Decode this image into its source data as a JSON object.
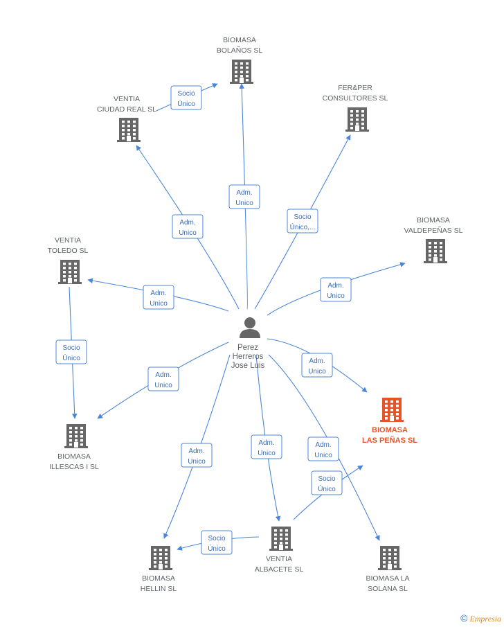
{
  "person": {
    "lines": [
      "Perez",
      "Herreros",
      "Jose Luis"
    ]
  },
  "companies": [
    {
      "id": "bolanos",
      "lines": [
        "BIOMASA",
        "BOLAÑOS SL"
      ],
      "highlight": false
    },
    {
      "id": "ciudad",
      "lines": [
        "VENTIA",
        "CIUDAD REAL SL"
      ],
      "highlight": false
    },
    {
      "id": "ferper",
      "lines": [
        "FER&PER",
        "CONSULTORES SL"
      ],
      "highlight": false
    },
    {
      "id": "valdepenas",
      "lines": [
        "BIOMASA",
        "VALDEPEÑAS SL"
      ],
      "highlight": false
    },
    {
      "id": "toledo",
      "lines": [
        "VENTIA",
        "TOLEDO SL"
      ],
      "highlight": false
    },
    {
      "id": "lasp",
      "lines": [
        "BIOMASA",
        "LAS PEÑAS SL"
      ],
      "highlight": true
    },
    {
      "id": "illescas",
      "lines": [
        "BIOMASA",
        "ILLESCAS I SL"
      ],
      "highlight": false
    },
    {
      "id": "albacete",
      "lines": [
        "VENTIA",
        "ALBACETE SL"
      ],
      "highlight": false
    },
    {
      "id": "hellin",
      "lines": [
        "BIOMASA",
        "HELLIN SL"
      ],
      "highlight": false
    },
    {
      "id": "solana",
      "lines": [
        "BIOMASA LA",
        "SOLANA SL"
      ],
      "highlight": false
    }
  ],
  "edges": [
    {
      "from": "person",
      "to": "bolanos",
      "lines": [
        "Adm.",
        "Unico"
      ]
    },
    {
      "from": "person",
      "to": "ciudad",
      "lines": [
        "Adm.",
        "Unico"
      ]
    },
    {
      "from": "person",
      "to": "ferper",
      "lines": [
        "Socio",
        "Único,..."
      ]
    },
    {
      "from": "person",
      "to": "valdepenas",
      "lines": [
        "Adm.",
        "Unico"
      ]
    },
    {
      "from": "person",
      "to": "toledo",
      "lines": [
        "Adm.",
        "Unico"
      ]
    },
    {
      "from": "person",
      "to": "lasp",
      "lines": [
        "Adm.",
        "Unico"
      ]
    },
    {
      "from": "person",
      "to": "illescas",
      "lines": [
        "Adm.",
        "Unico"
      ]
    },
    {
      "from": "person",
      "to": "hellin",
      "lines": [
        "Adm.",
        "Unico"
      ]
    },
    {
      "from": "person",
      "to": "albacete",
      "lines": [
        "Adm.",
        "Unico"
      ]
    },
    {
      "from": "person",
      "to": "solana",
      "lines": [
        "Adm.",
        "Unico"
      ]
    },
    {
      "from": "ciudad",
      "to": "bolanos",
      "lines": [
        "Socio",
        "Único"
      ]
    },
    {
      "from": "toledo",
      "to": "illescas",
      "lines": [
        "Socio",
        "Único"
      ]
    },
    {
      "from": "albacete",
      "to": "hellin",
      "lines": [
        "Socio",
        "Único"
      ]
    },
    {
      "from": "albacete",
      "to": "lasp",
      "lines": [
        "Socio",
        "Único"
      ]
    }
  ],
  "colors": {
    "edge": "#4a86d8",
    "label_border": "#4a86d8",
    "building": "#666666",
    "building_highlight": "#e8542a",
    "person": "#666666"
  },
  "footer": {
    "copyright": "©",
    "brand": "Empresia"
  }
}
